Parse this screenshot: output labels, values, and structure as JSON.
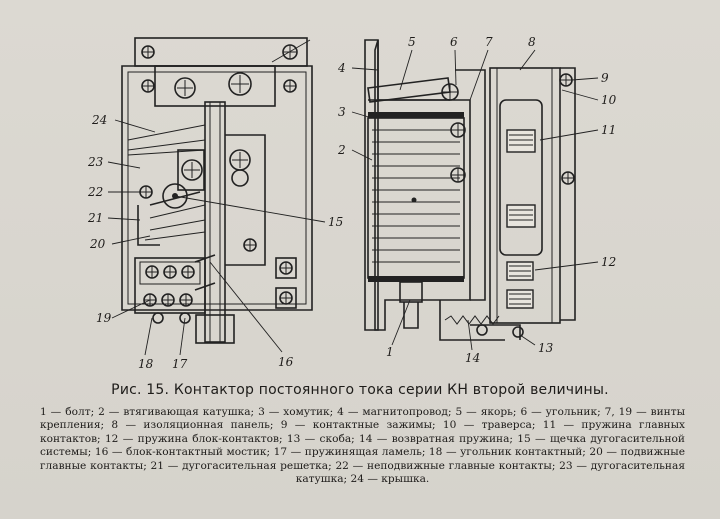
{
  "figure": {
    "labels": {
      "l1": "1",
      "l2": "2",
      "l3": "3",
      "l4": "4",
      "l5": "5",
      "l6": "6",
      "l7": "7",
      "l8": "8",
      "l9": "9",
      "l10": "10",
      "l11": "11",
      "l12": "12",
      "l13": "13",
      "l14": "14",
      "l15": "15",
      "l16": "16",
      "l17": "17",
      "l18": "18",
      "l19": "19",
      "l20": "20",
      "l21": "21",
      "l22": "22",
      "l23": "23",
      "l24": "24"
    }
  },
  "caption": "Рис. 15. Контактор постоянного тока серии КН второй величины.",
  "legend": "1 — болт; 2 — втягивающая катушка; 3 — хомутик; 4 — магнитопровод; 5 — якорь; 6 — угольник; 7, 19 — винты крепления; 8 — изоляционная панель; 9 — контактные зажимы; 10 — траверса; 11 — пружина главных контактов; 12 — пружина блок-контактов; 13 — скоба; 14 — возвратная пружина; 15 — щечка дугогасительной системы; 16 — блок-контактный мостик; 17 — пружинящая ламель; 18 — угольник контактный; 20 — подвижные главные контакты; 21 — дугогасительная решетка; 22 — неподвижные главные контакты; 23 — дугогасительная катушка; 24 — крышка."
}
